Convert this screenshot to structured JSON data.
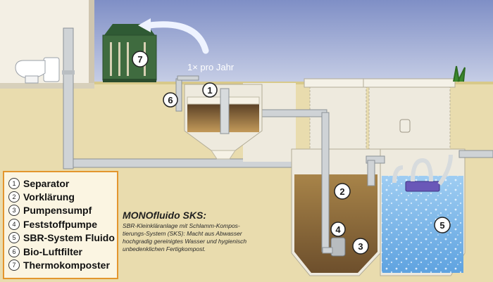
{
  "annotation": {
    "interval_label": "1× pro Jahr"
  },
  "markers": {
    "m1": "1",
    "m2": "2",
    "m3": "3",
    "m4": "4",
    "m5": "5",
    "m6": "6",
    "m7": "7"
  },
  "legend": {
    "items": [
      {
        "num": "1",
        "label": "Separator"
      },
      {
        "num": "2",
        "label": "Vorklärung"
      },
      {
        "num": "3",
        "label": "Pumpensumpf"
      },
      {
        "num": "4",
        "label": "Feststoffpumpe"
      },
      {
        "num": "5",
        "label": "SBR-System Fluido"
      },
      {
        "num": "6",
        "label": "Bio-Luftfilter"
      },
      {
        "num": "7",
        "label": "Thermokomposter"
      }
    ]
  },
  "caption": {
    "title": "MONOfluido SKS:",
    "lines": [
      "SBR-Kleinkläranlage mit Schlamm-Kompos-",
      "tierungs-System (SKS): Macht aus Abwasser",
      "hochgradig gereinigtes Wasser und hygienisch",
      "unbedenklichen Fertigkompost."
    ]
  },
  "colors": {
    "sky": "#8fa0cf",
    "soil": "#e9dcae",
    "tank_light": "#eeeade",
    "sludge": "#8c6a3d",
    "water": "#7ab6e8",
    "composter": "#3f6b3f",
    "legend_border": "#e3962e"
  }
}
